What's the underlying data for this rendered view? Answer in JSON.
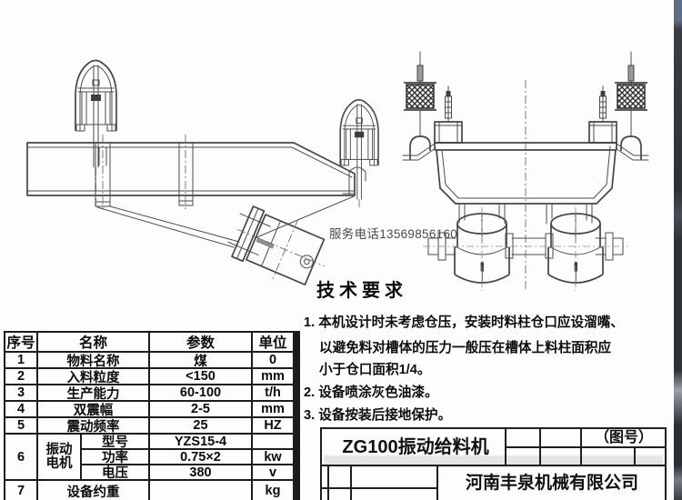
{
  "watermark": {
    "service_phone": "服务电话13569856160"
  },
  "tech_requirements": {
    "heading": "技术要求",
    "lines": [
      "1. 本机设计时未考虑仓压，安装时料柱仓口应设溜嘴、",
      "以避免料对槽体的压力一般压在槽体上料柱面积应",
      "小于仓口面积1/4。",
      "2. 设备喷涂灰色油漆。",
      "3. 设备按装后接地保护。"
    ]
  },
  "spec_table": {
    "headers": {
      "no": "序号",
      "name": "名称",
      "param": "参数",
      "unit": "单位"
    },
    "rows": [
      {
        "no": "1",
        "name": "物料名称",
        "param": "煤",
        "unit": "0"
      },
      {
        "no": "2",
        "name": "入料粒度",
        "param": "<150",
        "unit": "mm"
      },
      {
        "no": "3",
        "name": "生产能力",
        "param": "60-100",
        "unit": "t/h"
      },
      {
        "no": "4",
        "name": "双震幅",
        "param": "2-5",
        "unit": "mm"
      },
      {
        "no": "5",
        "name": "震动频率",
        "param": "25",
        "unit": "HZ"
      }
    ],
    "motor_group": {
      "no": "6",
      "name_line1": "振动",
      "name_line2": "电机",
      "subrows": [
        {
          "name": "型号",
          "param": "YZS15-4",
          "unit": ""
        },
        {
          "name": "功率",
          "param": "0.75×2",
          "unit": "kw"
        },
        {
          "name": "电压",
          "param": "380",
          "unit": "v"
        }
      ]
    },
    "last_row": {
      "no": "7",
      "name": "设备约重",
      "param": "",
      "unit": "kg"
    }
  },
  "title_block": {
    "drawing_title": "ZG100振动给料机",
    "drawing_no_label": "（图号）",
    "company": "河南丰泉机械有限公司"
  },
  "colors": {
    "line": "#4b4b4b",
    "table_line": "#1c1c1c",
    "paper": "#fdfdfd",
    "photo_edge": "#2f3138"
  }
}
